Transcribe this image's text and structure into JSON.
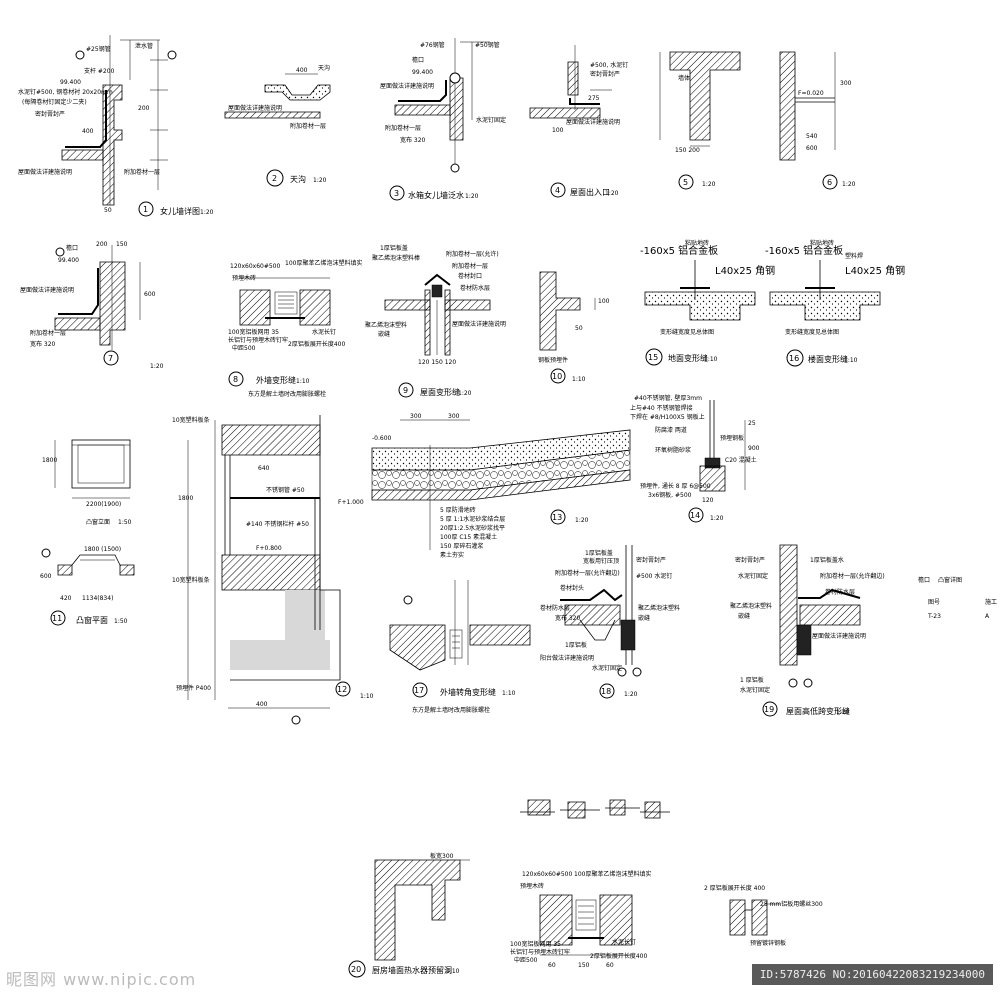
{
  "details": [
    {
      "num": "1",
      "title": "女儿墙详图",
      "scale": "1:20"
    },
    {
      "num": "2",
      "title": "天沟",
      "scale": "1:20"
    },
    {
      "num": "3",
      "title": "水箱女儿墙泛水",
      "scale": "1:20"
    },
    {
      "num": "4",
      "title": "屋面出入口",
      "scale": "1:20"
    },
    {
      "num": "5",
      "title": "",
      "scale": "1:20"
    },
    {
      "num": "6",
      "title": "",
      "scale": "1:20"
    },
    {
      "num": "7",
      "title": "",
      "scale": "1:20"
    },
    {
      "num": "8",
      "title": "外墙变形缝",
      "scale": "1:10"
    },
    {
      "num": "9",
      "title": "屋面变形缝",
      "scale": "1:20"
    },
    {
      "num": "10",
      "title": "",
      "scale": "1:10"
    },
    {
      "num": "11",
      "title": "凸窗平面",
      "scale": "1:50"
    },
    {
      "num": "12",
      "title": "",
      "scale": "1:10"
    },
    {
      "num": "13",
      "title": "",
      "scale": "1:20"
    },
    {
      "num": "14",
      "title": "",
      "scale": "1:20"
    },
    {
      "num": "15",
      "title": "地面变形缝",
      "scale": "1:10"
    },
    {
      "num": "16",
      "title": "楼面变形缝",
      "scale": "1:10"
    },
    {
      "num": "17",
      "title": "外墙转角变形缝",
      "scale": "1:10"
    },
    {
      "num": "18",
      "title": "",
      "scale": "1:20"
    },
    {
      "num": "19",
      "title": "屋面高低跨变形缝",
      "scale": "1:20"
    },
    {
      "num": "20",
      "title": "厨房墙面热水器预留洞",
      "scale": "1:10"
    }
  ],
  "labels": {
    "d1_a": "#25钢管",
    "d1_b": "泄水管",
    "d1_c": "支杆 #200",
    "d1_d": "水泥钉#500, 钢卷材衬 20x20mm",
    "d1_e": "(每隔卷材钉固定少二夹)",
    "d1_f": "密封膏封严",
    "d1_g": "屋面做法详建施说明",
    "d1_h": "附加卷材一层",
    "d1_i": "99.400",
    "d1_dim": "400",
    "d1_dim2": "200",
    "d1_dim3": "50",
    "d2_a": "天沟",
    "d2_b": "屋面做法详建施说明",
    "d2_c": "附加卷材一层",
    "d2_dim": "400",
    "d3_a": "#76钢管",
    "d3_b": "檐口",
    "d3_c": "屋面做法详建施说明",
    "d3_d": "附加卷材一层",
    "d3_e": "99.400",
    "d3_f": "宽布 320",
    "d3_g": "#50钢管",
    "d3_h": "水泥钉固定",
    "d4_a": "#500, 水泥钉",
    "d4_b": "密封膏封严",
    "d4_c": "屋面做法详建施说明",
    "d4_d": "100",
    "d4_e": "275",
    "d5_a": "墙体",
    "d5_dims": "150 200",
    "d6_a": "F=0.020",
    "d6_b": "540",
    "d6_c": "600",
    "d6_d": "300",
    "d7_a": "檐口",
    "d7_b": "99.400",
    "d7_c": "屋面做法详建施说明",
    "d7_d": "附加卷材一层",
    "d7_e": "宽布 320",
    "d7_f": "200",
    "d7_g": "150",
    "d7_h": "600",
    "d8_a": "120x60x60#500",
    "d8_b": "100厚聚苯乙烯泡沫塑料填实",
    "d8_c": "预埋木砖",
    "d8_d": "100宽铝板网用 35",
    "d8_e": "长铝钉与预埋木砖钉牢",
    "d8_f": "中距500",
    "d8_g": "水泥长钉",
    "d8_h": "2厚铝板展开长度400",
    "d8_note": "东方是解土墙时改用膨胀螺栓",
    "d9_a": "1厚铝板盖",
    "d9_b": "聚乙烯泡沫塑料棒",
    "d9_c": "附加卷材一层(允许)",
    "d9_d": "卷材封口",
    "d9_e": "附加卷材一层",
    "d9_f": "屋面做法详建施说明",
    "d9_g": "聚乙烯泡沫塑料",
    "d9_h": "嵌缝",
    "d9_i": "卷材防水层",
    "d9_dims": "120 150 120",
    "d10_a": "钢板预埋件",
    "d10_b": "100",
    "d10_c": "50",
    "d11_a": "2200(1900)",
    "d11_b": "凸窗立面",
    "d11_c": "1:50",
    "d11_d": "1800 (1500)",
    "d11_e": "1134(834)",
    "d11_f": "420",
    "d11_g": "600",
    "d11_h": "1800",
    "d12_a": "10宽塑料板条",
    "d12_b": "不锈钢管 #50",
    "d12_c": "#140 不锈钢栏杆 #50",
    "d12_d": "F+1.000",
    "d12_e": "F+0.800",
    "d12_f": "640",
    "d12_g": "1800",
    "d12_h": "400",
    "d12_i": "10宽塑料板条",
    "d12_j": "预埋件 P400",
    "d13_a": "300",
    "d13_b": "300",
    "d13_c": "-0.600",
    "d13_layer1": "5 厚防滑地砖",
    "d13_layer2": "5 厚 1:1水泥砂浆结合层",
    "d13_layer3": "20厚1:2.5水泥砂浆找平",
    "d13_layer4": "100厚 C15 素混凝土",
    "d13_layer5": "150 厚碎石灌浆",
    "d13_layer6": "素土夯实",
    "d14_a": "#40不锈钢管, 壁厚3mm",
    "d14_b": "上与#40 不锈钢管焊接",
    "d14_c": "下焊在 #8/H100X5 钢板上",
    "d14_d": "防腐漆 两道",
    "d14_e": "预埋钢板",
    "d14_f": "C20 混凝土",
    "d14_g": "环氧树脂砂浆",
    "d14_h": "预埋件, 通长 8 厚 6@500",
    "d14_i": "3x6钢板, #500",
    "d14_j": "900",
    "d14_k": "120",
    "d14_l": "25",
    "d15_a": "-160x5 铝合金板",
    "d15_b": "粘贴地砖",
    "d15_c": "L40x25 角钢",
    "d15_d": "变形缝宽度见总体图",
    "d16_a": "-160x5 铝合金板",
    "d16_b": "粘贴地砖",
    "d16_c": "塑料焊",
    "d16_d": "L40x25 角钢",
    "d16_e": "变形缝宽度见总体图",
    "d17_note": "东方是解土墙时改用膨胀螺栓",
    "d18_a": "1厚铝板盖",
    "d18_b": "宽板用钉压顶",
    "d18_c": "附加卷材一层(允许翻边)",
    "d18_d": "卷材封头",
    "d18_e": "卷材防水层",
    "d18_f": "宽布 320",
    "d18_g": "#500 水泥钉",
    "d18_h": "1厚铝板",
    "d18_i": "聚乙烯泡沫塑料",
    "d18_j": "嵌缝",
    "d18_k": "阳台做法详建施说明",
    "d18_l": "水泥钉固定",
    "d18_m": "密封膏封严",
    "d19_a": "密封膏封严",
    "d19_b": "1厚铝板盖水",
    "d19_c": "水泥钉固定",
    "d19_d": "附加卷材一层(允许翻边)",
    "d19_e": "卷材防水层",
    "d19_f": "聚乙烯泡沫塑料",
    "d19_g": "嵌缝",
    "d19_h": "屋面做法详建施说明",
    "d19_i": "1 厚铝板",
    "d19_j": "水泥钉固定",
    "side_a": "檐口",
    "side_b": "凸窗详图",
    "side_c": "图号",
    "side_d": "施工",
    "side_e": "T-23",
    "side_f": "A",
    "d20_a": "板宽300",
    "d20_b": "120x60x60#500",
    "d20_c": "100厚聚苯乙烯泡沫塑料填实",
    "d20_d": "预埋木砖",
    "d20_e": "100宽铝板网用 35",
    "d20_f": "长铝钉与预埋木砖钉牢",
    "d20_g": "中距500",
    "d20_h": "水泥长钉",
    "d20_i": "2厚铝板展开长度400",
    "d20_j": "60",
    "d20_k": "150",
    "d20_l": "60",
    "d21_a": "2 厚铝板展开长度 400",
    "d21_b": "25 mm铝板用螺丝300",
    "d21_c": "预留镀锌钢板"
  },
  "watermark": "昵图网 www.nipic.com",
  "image_id": "ID:5787426 NO:20160422083219234000"
}
